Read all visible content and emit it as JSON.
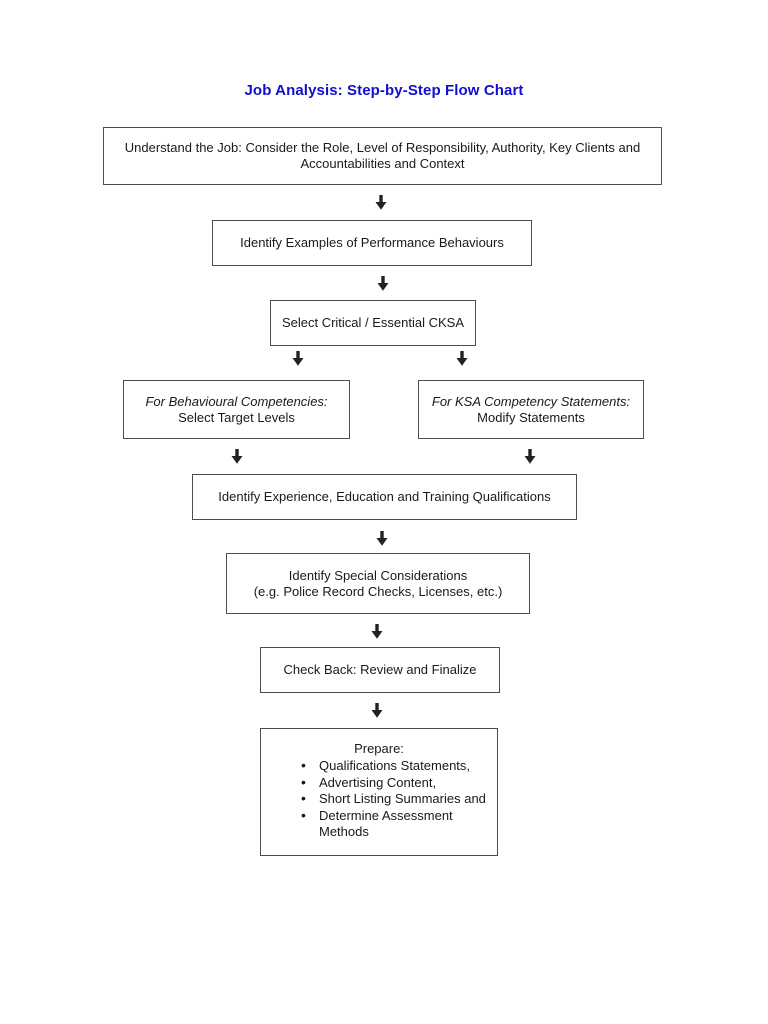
{
  "page": {
    "title": "Job Analysis: Step-by-Step Flow Chart",
    "title_color": "#0f0fcd",
    "background_color": "#ffffff",
    "box_border_color": "#4d4d4d",
    "text_color": "#1a1a1a",
    "arrow_color": "#222222"
  },
  "flowchart": {
    "arrow_icon": "down-arrow",
    "understand_job": {
      "line1": "Understand the Job: Consider the Role, Level of Responsibility, Authority, Key Clients and",
      "line2": "Accountabilities and Context"
    },
    "performance_behaviours": {
      "text": "Identify Examples of Performance Behaviours"
    },
    "select_cksa": {
      "text": "Select Critical / Essential CKSA"
    },
    "behavioural_competencies": {
      "line1": "For Behavioural Competencies:",
      "line2": "Select Target Levels"
    },
    "ksa_statements": {
      "line1": "For KSA Competency Statements:",
      "line2": "Modify Statements"
    },
    "qualifications": {
      "text": "Identify Experience, Education and Training Qualifications"
    },
    "special_considerations": {
      "line1": "Identify Special Considerations",
      "line2": "(e.g. Police Record Checks, Licenses, etc.)"
    },
    "check_back": {
      "text": "Check Back: Review and Finalize"
    },
    "prepare": {
      "heading": "Prepare:",
      "items": [
        "Qualifications Statements,",
        "Advertising Content,",
        "Short Listing Summaries and",
        "Determine Assessment Methods"
      ]
    }
  }
}
